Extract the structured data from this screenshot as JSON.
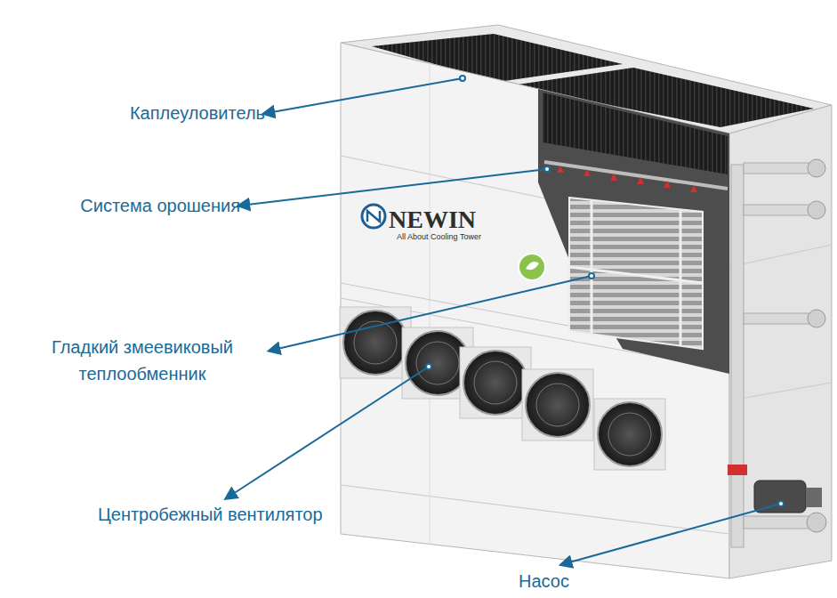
{
  "diagram": {
    "labels": [
      "Каплеуловитель",
      "Система орошения",
      "Гладкий змеевиковый теплообменник",
      "Центробежный вентилятор",
      "Насос",
      "NEWIN",
      "All About Cooling Tower"
    ]
  }
}
